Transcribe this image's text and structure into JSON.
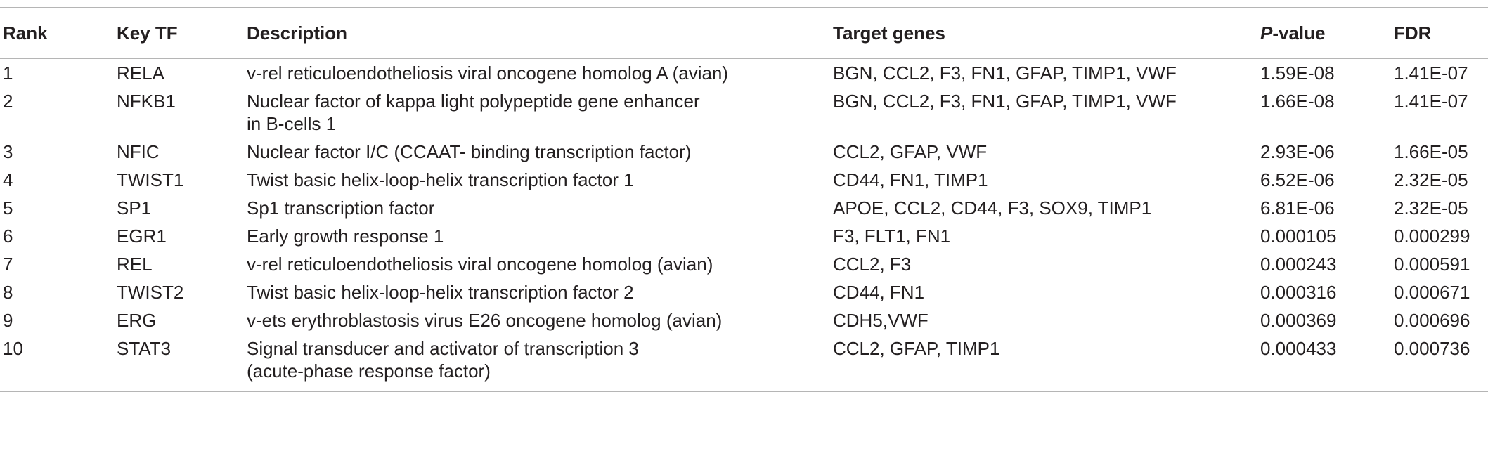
{
  "headers": {
    "rank": "Rank",
    "key_tf": "Key TF",
    "description": "Description",
    "target_genes": "Target genes",
    "p_value_italic": "P",
    "p_value_rest": "-value",
    "fdr": "FDR"
  },
  "rows": [
    {
      "rank": "1",
      "tf": "RELA",
      "desc1": "v-rel reticuloendotheliosis viral oncogene homolog A (avian)",
      "desc2": "",
      "genes": "BGN, CCL2, F3, FN1, GFAP, TIMP1, VWF",
      "p": "1.59E-08",
      "fdr": "1.41E-07"
    },
    {
      "rank": "2",
      "tf": "NFKB1",
      "desc1": "Nuclear factor of kappa light polypeptide gene enhancer",
      "desc2": "in B-cells 1",
      "genes": "BGN, CCL2, F3, FN1, GFAP, TIMP1, VWF",
      "p": "1.66E-08",
      "fdr": "1.41E-07"
    },
    {
      "rank": "3",
      "tf": "NFIC",
      "desc1": "Nuclear factor I/C (CCAAT- binding transcription factor)",
      "desc2": "",
      "genes": "CCL2, GFAP, VWF",
      "p": "2.93E-06",
      "fdr": "1.66E-05"
    },
    {
      "rank": "4",
      "tf": "TWIST1",
      "desc1": "Twist basic helix-loop-helix transcription factor 1",
      "desc2": "",
      "genes": "CD44, FN1, TIMP1",
      "p": "6.52E-06",
      "fdr": "2.32E-05"
    },
    {
      "rank": "5",
      "tf": "SP1",
      "desc1": "Sp1 transcription factor",
      "desc2": "",
      "genes": "APOE, CCL2, CD44, F3, SOX9, TIMP1",
      "p": "6.81E-06",
      "fdr": "2.32E-05"
    },
    {
      "rank": "6",
      "tf": "EGR1",
      "desc1": "Early growth response 1",
      "desc2": "",
      "genes": "F3, FLT1, FN1",
      "p": "0.000105",
      "fdr": "0.000299"
    },
    {
      "rank": "7",
      "tf": "REL",
      "desc1": "v-rel reticuloendotheliosis viral oncogene homolog (avian)",
      "desc2": "",
      "genes": "CCL2, F3",
      "p": "0.000243",
      "fdr": "0.000591"
    },
    {
      "rank": "8",
      "tf": "TWIST2",
      "desc1": "Twist basic helix-loop-helix transcription factor 2",
      "desc2": "",
      "genes": "CD44, FN1",
      "p": "0.000316",
      "fdr": "0.000671"
    },
    {
      "rank": "9",
      "tf": "ERG",
      "desc1": "v-ets erythroblastosis virus E26 oncogene homolog (avian)",
      "desc2": "",
      "genes": "CDH5,VWF",
      "p": "0.000369",
      "fdr": "0.000696"
    },
    {
      "rank": "10",
      "tf": "STAT3",
      "desc1": "Signal transducer and activator of transcription 3",
      "desc2": "(acute-phase response factor)",
      "genes": "CCL2, GFAP, TIMP1",
      "p": "0.000433",
      "fdr": "0.000736"
    }
  ]
}
